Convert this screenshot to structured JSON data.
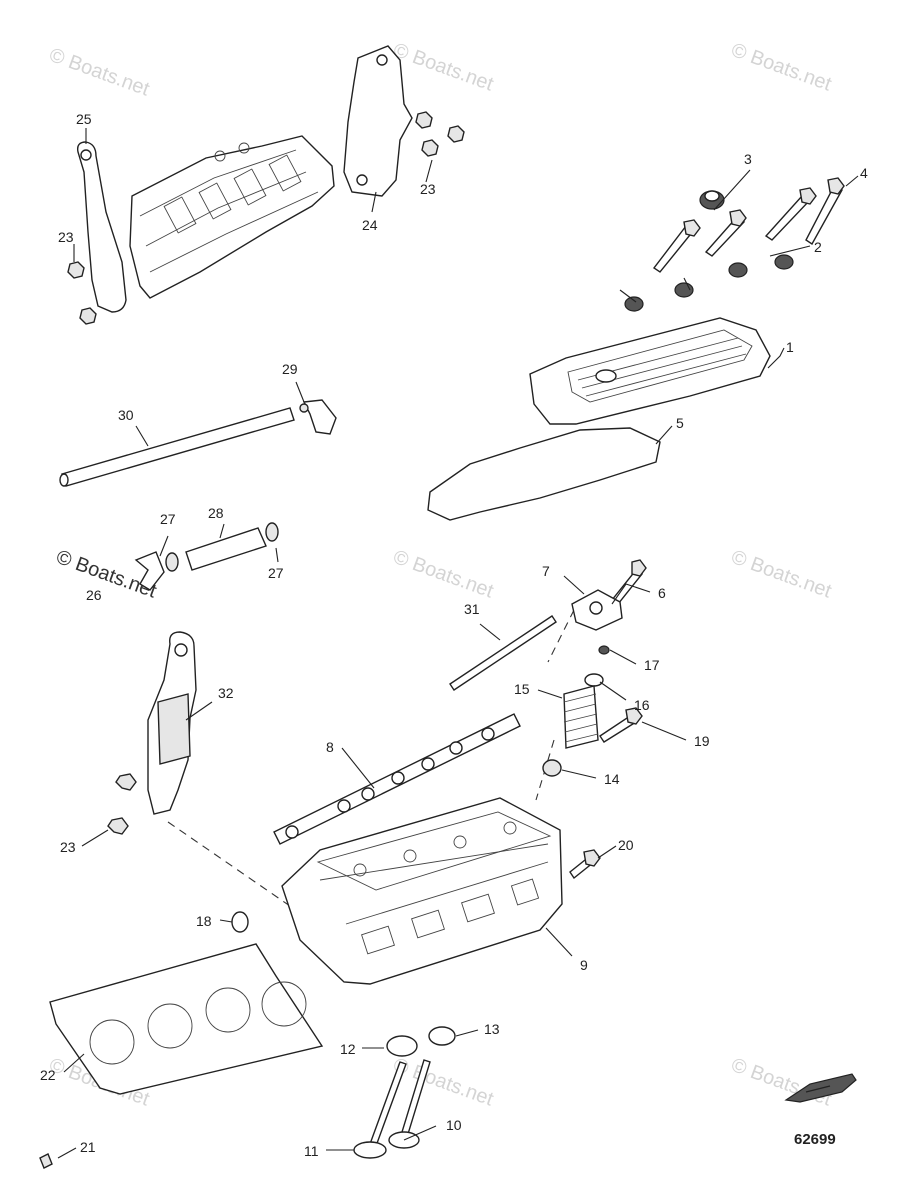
{
  "callouts": [
    {
      "id": "c1",
      "text": "1"
    },
    {
      "id": "c2",
      "text": "2"
    },
    {
      "id": "c3",
      "text": "3"
    },
    {
      "id": "c4",
      "text": "4"
    },
    {
      "id": "c5",
      "text": "5"
    },
    {
      "id": "c6",
      "text": "6"
    },
    {
      "id": "c7",
      "text": "7"
    },
    {
      "id": "c8",
      "text": "8"
    },
    {
      "id": "c9",
      "text": "9"
    },
    {
      "id": "c10",
      "text": "10"
    },
    {
      "id": "c11",
      "text": "11"
    },
    {
      "id": "c12",
      "text": "12"
    },
    {
      "id": "c13",
      "text": "13"
    },
    {
      "id": "c14",
      "text": "14"
    },
    {
      "id": "c15",
      "text": "15"
    },
    {
      "id": "c16",
      "text": "16"
    },
    {
      "id": "c17",
      "text": "17"
    },
    {
      "id": "c18",
      "text": "18"
    },
    {
      "id": "c19",
      "text": "19"
    },
    {
      "id": "c20",
      "text": "20"
    },
    {
      "id": "c21",
      "text": "21"
    },
    {
      "id": "c22",
      "text": "22"
    },
    {
      "id": "c23a",
      "text": "23"
    },
    {
      "id": "c23b",
      "text": "23"
    },
    {
      "id": "c23c",
      "text": "23"
    },
    {
      "id": "c24",
      "text": "24"
    },
    {
      "id": "c25",
      "text": "25"
    },
    {
      "id": "c26",
      "text": "26"
    },
    {
      "id": "c27a",
      "text": "27"
    },
    {
      "id": "c27b",
      "text": "27"
    },
    {
      "id": "c28",
      "text": "28"
    },
    {
      "id": "c29",
      "text": "29"
    },
    {
      "id": "c30",
      "text": "30"
    },
    {
      "id": "c31",
      "text": "31"
    },
    {
      "id": "c32",
      "text": "32"
    }
  ],
  "figure_number": "62699",
  "watermark": "© Boats.net",
  "colors": {
    "line": "#222222",
    "watermark": "#d4d4d4",
    "background": "#ffffff"
  }
}
